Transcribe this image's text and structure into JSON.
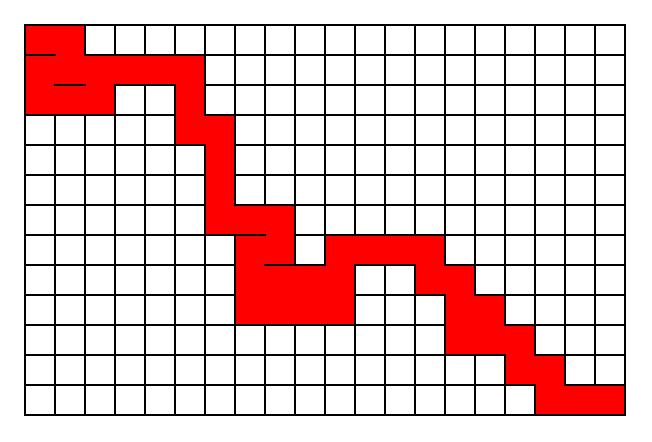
{
  "grid": {
    "columns": 20,
    "rows": 13,
    "fill_color": "#ff0000",
    "line_color": "#000000",
    "background_color": "#ffffff",
    "filled_cells": [
      [
        0,
        0
      ],
      [
        1,
        0
      ],
      [
        0,
        1
      ],
      [
        1,
        1
      ],
      [
        2,
        1
      ],
      [
        3,
        1
      ],
      [
        4,
        1
      ],
      [
        5,
        1
      ],
      [
        0,
        2
      ],
      [
        1,
        2
      ],
      [
        2,
        2
      ],
      [
        5,
        2
      ],
      [
        5,
        3
      ],
      [
        6,
        3
      ],
      [
        6,
        4
      ],
      [
        6,
        5
      ],
      [
        6,
        6
      ],
      [
        7,
        6
      ],
      [
        8,
        6
      ],
      [
        7,
        7
      ],
      [
        8,
        7
      ],
      [
        10,
        7
      ],
      [
        11,
        7
      ],
      [
        12,
        7
      ],
      [
        13,
        7
      ],
      [
        7,
        8
      ],
      [
        8,
        8
      ],
      [
        9,
        8
      ],
      [
        10,
        8
      ],
      [
        13,
        8
      ],
      [
        14,
        8
      ],
      [
        7,
        9
      ],
      [
        8,
        9
      ],
      [
        9,
        9
      ],
      [
        10,
        9
      ],
      [
        14,
        9
      ],
      [
        15,
        9
      ],
      [
        14,
        10
      ],
      [
        15,
        10
      ],
      [
        16,
        10
      ],
      [
        16,
        11
      ],
      [
        17,
        11
      ],
      [
        17,
        12
      ],
      [
        18,
        12
      ],
      [
        19,
        12
      ]
    ]
  }
}
